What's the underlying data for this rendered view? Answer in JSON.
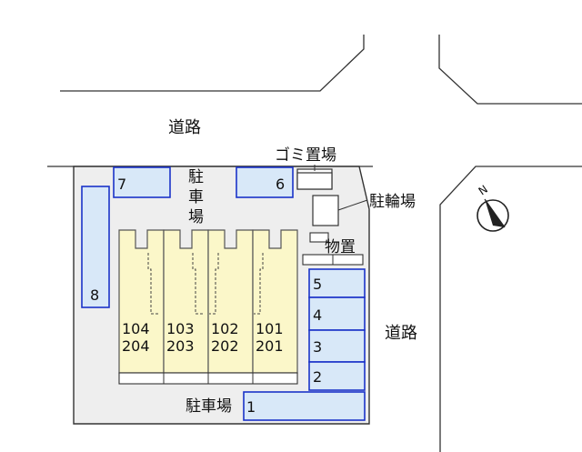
{
  "labels": {
    "road_top": "道路",
    "road_right": "道路",
    "parking_top": [
      "駐",
      "車",
      "場"
    ],
    "parking_bottom": "駐車場",
    "garbage": "ゴミ置場",
    "bicycle": "駐輪場",
    "storage": "物置",
    "north": "N"
  },
  "parking_slots": [
    "1",
    "2",
    "3",
    "4",
    "5",
    "6",
    "7",
    "8"
  ],
  "units": [
    {
      "ground": "104",
      "upper": "204"
    },
    {
      "ground": "103",
      "upper": "203"
    },
    {
      "ground": "102",
      "upper": "202"
    },
    {
      "ground": "101",
      "upper": "201"
    }
  ],
  "colors": {
    "slot_fill": "#d8e8f8",
    "slot_border": "#1b33c8",
    "building_fill": "#fbf7c9",
    "lot_fill": "#eeeeee"
  }
}
